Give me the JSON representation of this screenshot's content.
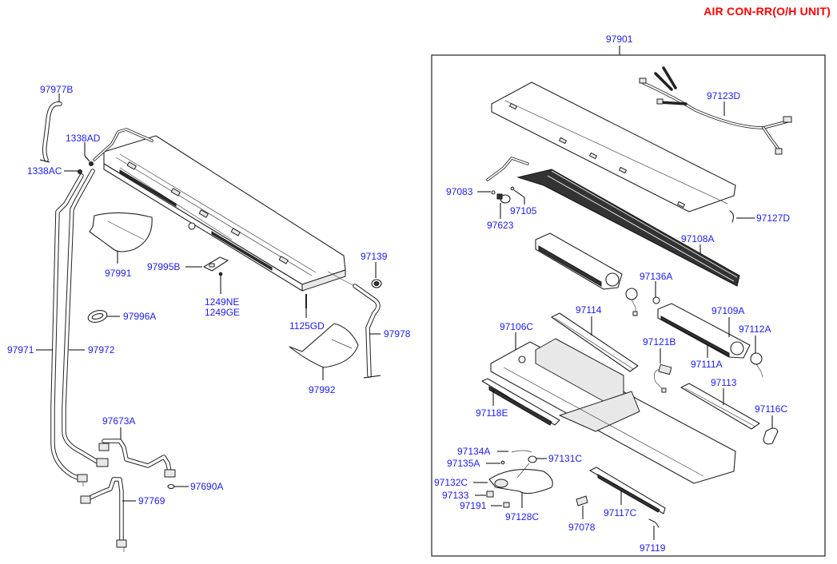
{
  "title": "AIR CON-RR(O/H UNIT)",
  "colors": {
    "title": "#ff0000",
    "label": "#1a1aff",
    "line": "#000000"
  },
  "assembly_label": "97901",
  "labels": {
    "p97977B": "97977B",
    "p1338AD": "1338AD",
    "p1338AC": "1338AC",
    "p97991": "97991",
    "p97995B": "97995B",
    "p1249NE": "1249NE",
    "p1249GE": "1249GE",
    "p97996A": "97996A",
    "p97139": "97139",
    "p1125GD": "1125GD",
    "p97978": "97978",
    "p97992": "97992",
    "p97971": "97971",
    "p97972": "97972",
    "p97673A": "97673A",
    "p97690A": "97690A",
    "p97769": "97769",
    "p97901": "97901",
    "p97123D": "97123D",
    "p97083": "97083",
    "p97105": "97105",
    "p97623": "97623",
    "p97127D": "97127D",
    "p97108A": "97108A",
    "p97136A": "97136A",
    "p97114": "97114",
    "p97109A": "97109A",
    "p97112A": "97112A",
    "p97106C": "97106C",
    "p97121B": "97121B",
    "p97111A": "97111A",
    "p97113": "97113",
    "p97118E": "97118E",
    "p97116C": "97116C",
    "p97134A": "97134A",
    "p97135A": "97135A",
    "p97131C": "97131C",
    "p97132C": "97132C",
    "p97133": "97133",
    "p97191": "97191",
    "p97128C": "97128C",
    "p97078": "97078",
    "p97117C": "97117C",
    "p97119": "97119"
  }
}
